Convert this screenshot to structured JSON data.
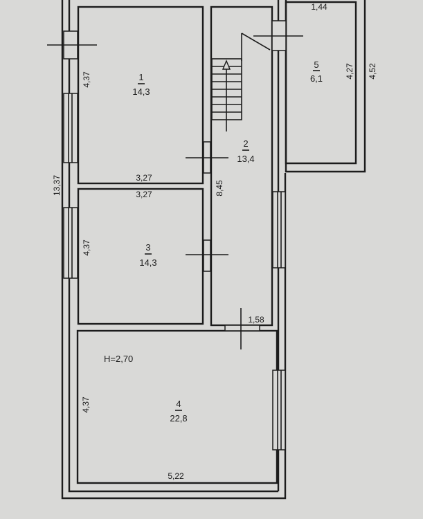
{
  "plan": {
    "height_label": "H=2,70",
    "total_length": "13,37",
    "rooms": [
      {
        "number": "1",
        "area": "14,3",
        "width": "3,27",
        "length": "4,37"
      },
      {
        "number": "2",
        "area": "13,4",
        "length": "8,45",
        "width": "1,58"
      },
      {
        "number": "3",
        "area": "14,3",
        "width": "3,27",
        "length": "4,37"
      },
      {
        "number": "4",
        "area": "22,8",
        "width": "5,22",
        "length": "4,37"
      },
      {
        "number": "5",
        "area": "6,1",
        "width": "1,44",
        "length": "4,27",
        "outer_length": "4,52"
      }
    ]
  }
}
